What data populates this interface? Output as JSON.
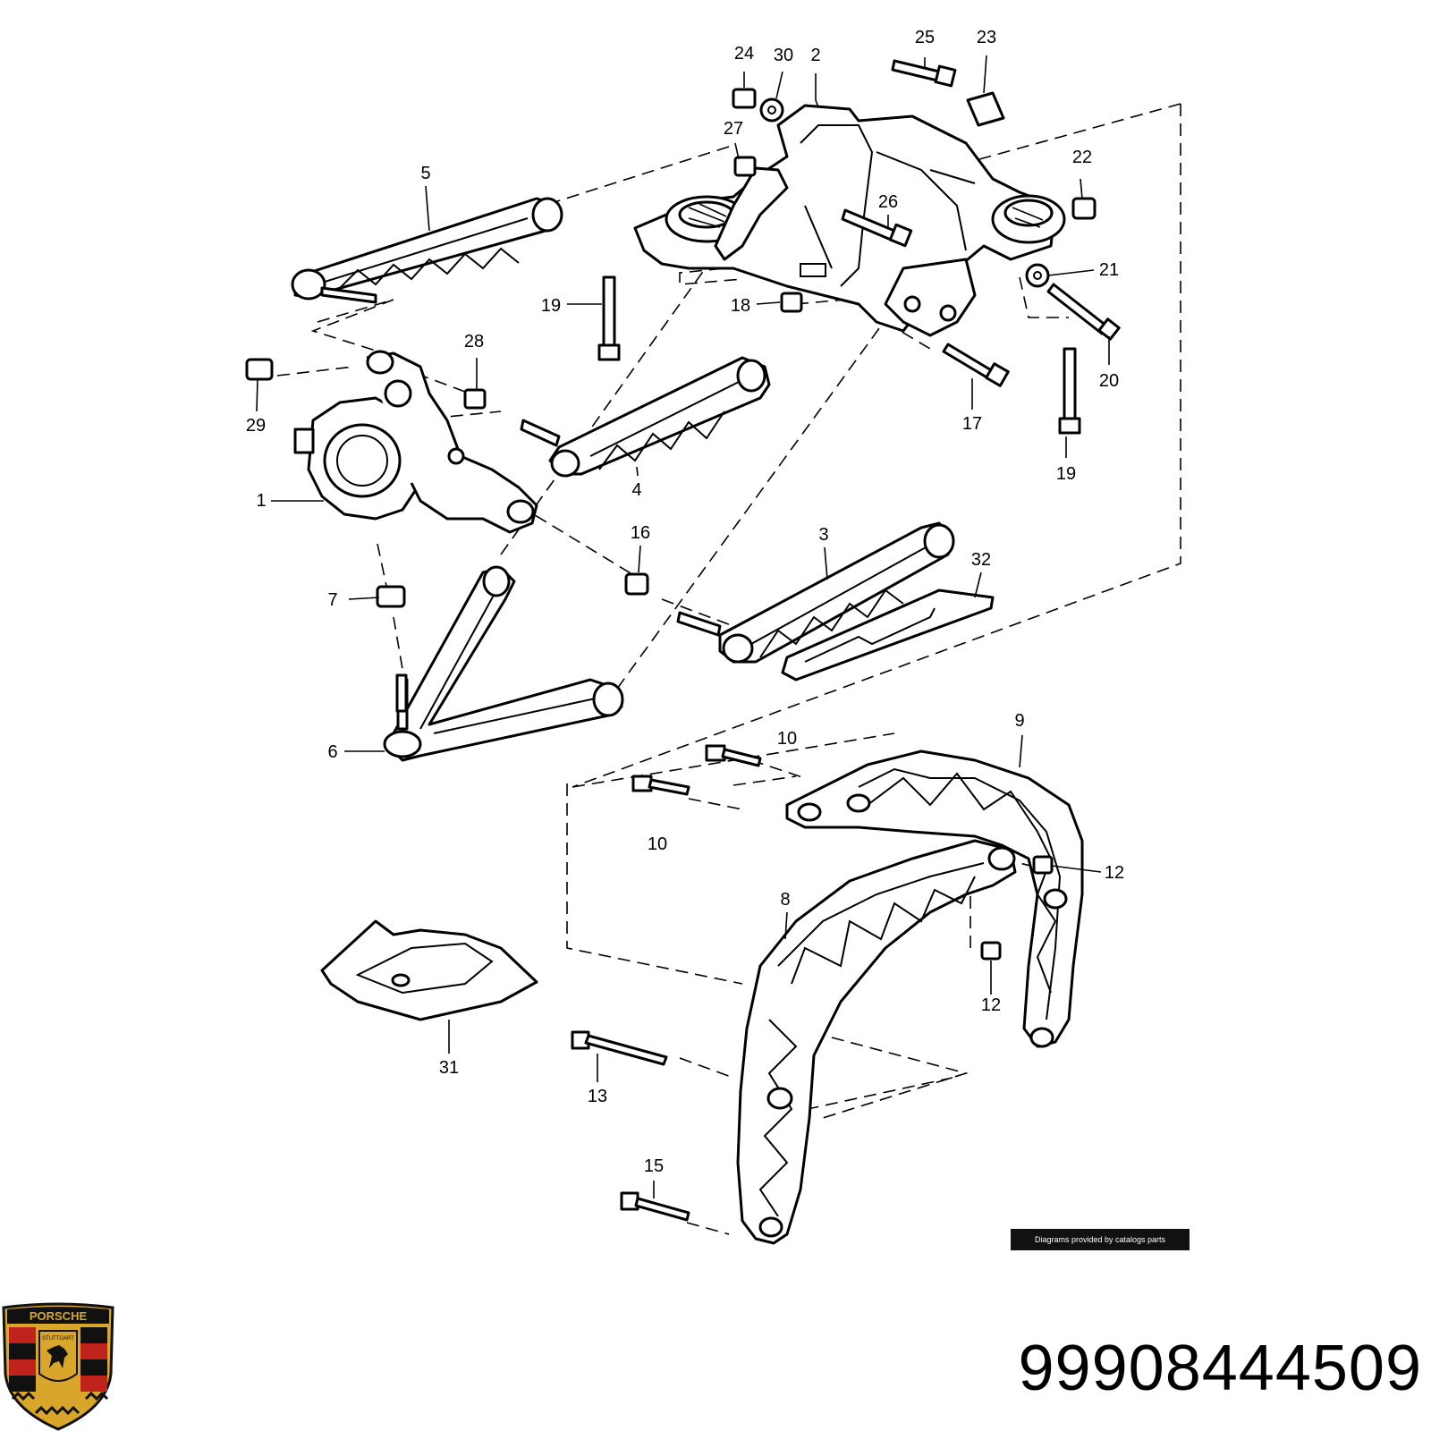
{
  "diagram": {
    "labels": [
      "1",
      "2",
      "3",
      "4",
      "5",
      "6",
      "7",
      "8",
      "9",
      "10",
      "10",
      "12",
      "12",
      "13",
      "15",
      "16",
      "17",
      "18",
      "19",
      "19",
      "20",
      "21",
      "22",
      "23",
      "24",
      "25",
      "26",
      "27",
      "28",
      "29",
      "30",
      "31",
      "32"
    ],
    "credit": "Diagrams provided by catalogs parts",
    "part_number": "99908444509",
    "logo": {
      "brand": "PORSCHE",
      "city": "STUTTGART",
      "colors": {
        "gold": "#d8a62a",
        "red": "#c0231c",
        "black": "#111111"
      }
    }
  }
}
